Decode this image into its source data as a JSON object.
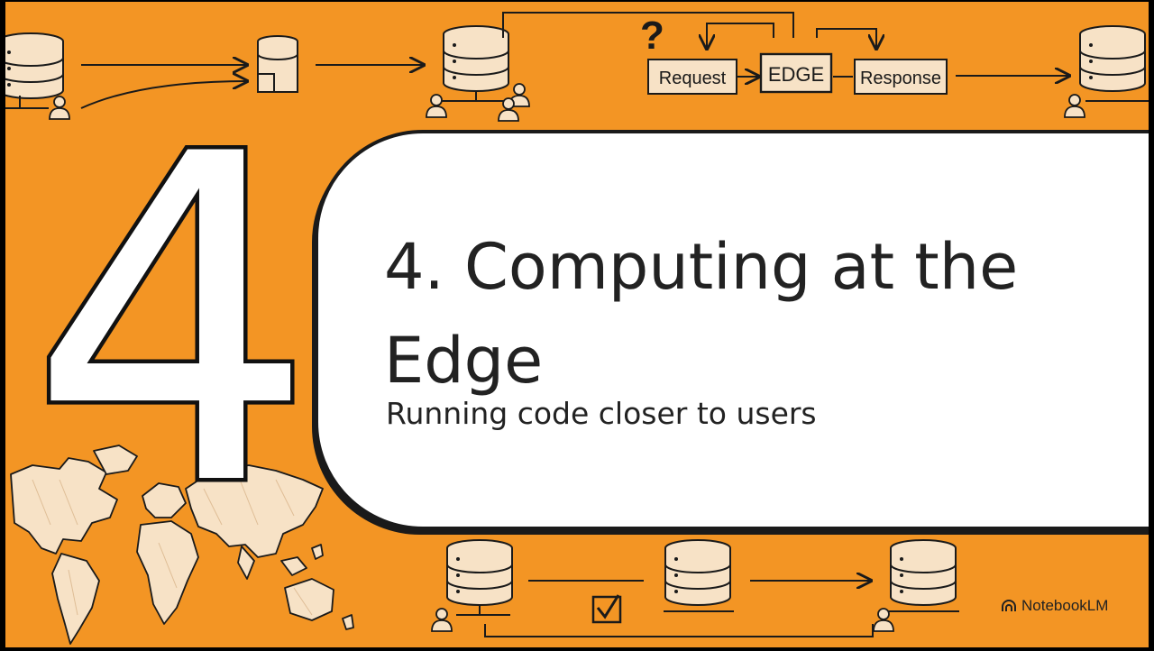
{
  "slide": {
    "big_number": "4",
    "title": "4. Computing at the Edge",
    "subtitle": "Running code closer to users"
  },
  "diagram": {
    "request_label": "Request",
    "edge_label": "EDGE",
    "response_label": "Response",
    "question_mark": "?"
  },
  "brand": {
    "name": "NotebookLM",
    "icon": "notebooklm-logo-icon"
  },
  "colors": {
    "background": "#F39524",
    "card": "#FFFFFF",
    "ink": "#1A1A1A",
    "sketch_fill": "#F7E2C6"
  }
}
